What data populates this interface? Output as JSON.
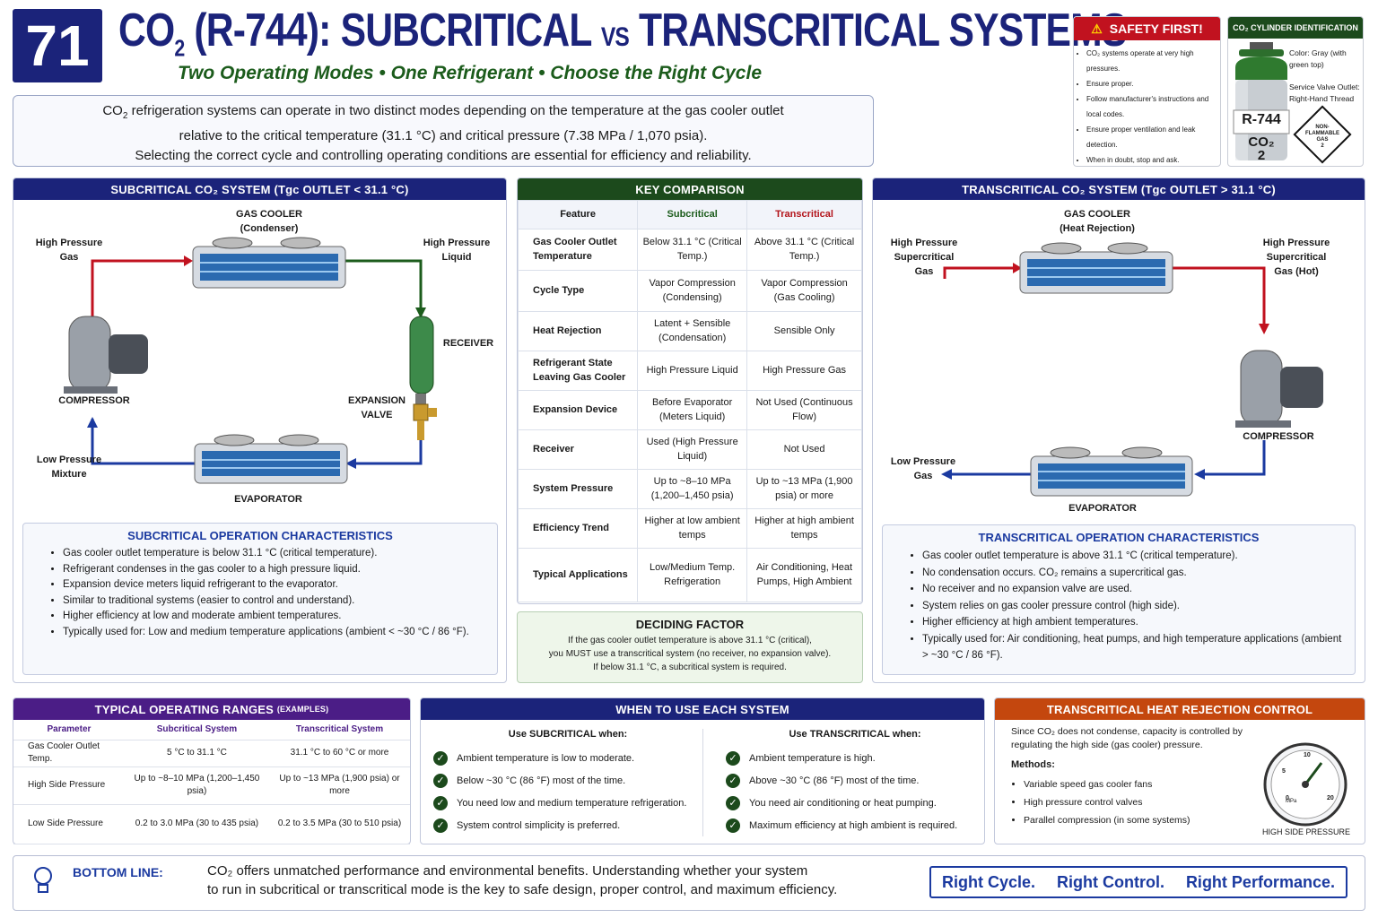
{
  "header": {
    "number": "71",
    "title_pre": "CO",
    "title_sub": "2",
    "title_mid": " (R-744): SUBCRITICAL ",
    "title_vs": "VS",
    "title_post": " TRANSCRITICAL SYSTEMS",
    "subtitle": "Two Operating Modes  •  One Refrigerant  •  Choose the Right Cycle"
  },
  "intro": {
    "line1_pre": "CO",
    "line1_sub": "2",
    "line1_post": " refrigeration systems can operate in two distinct modes depending on the temperature at the gas cooler outlet",
    "line2": "relative to the critical temperature (31.1 °C) and critical pressure (7.38 MPa / 1,070 psia).",
    "line3": "Selecting the correct cycle and controlling operating conditions are essential for efficiency and reliability."
  },
  "safety": {
    "title": "SAFETY FIRST!",
    "items": [
      "CO₂ systems operate at very high pressures.",
      "Ensure proper.",
      "Follow manufacturer's instructions and local codes.",
      "Ensure proper ventilation and leak detection.",
      "When in doubt, stop and ask."
    ]
  },
  "cylinder": {
    "title": "CO₂ CYLINDER IDENTIFICATION",
    "code": "R-744",
    "co2": "CO₂",
    "num": "2",
    "color": "Color: Gray (with green top)",
    "valve": "Service Valve Outlet: Right-Hand Thread",
    "diamond": "NON-FLAMMABLE GAS",
    "diamond_num": "2"
  },
  "sub": {
    "title": "SUBCRITICAL CO₂ SYSTEM (Tgc OUTLET < 31.1 °C)",
    "gas_cooler": "GAS COOLER",
    "gas_cooler_sub": "(Condenser)",
    "hp_gas": "High Pressure Gas",
    "hp_liquid": "High Pressure Liquid",
    "receiver": "RECEIVER",
    "compressor": "COMPRESSOR",
    "expansion": "EXPANSION VALVE",
    "lp_mix": "Low Pressure Mixture",
    "evaporator": "EVAPORATOR",
    "char_title": "SUBCRITICAL OPERATION CHARACTERISTICS",
    "chars": [
      "Gas cooler outlet temperature is below 31.1 °C (critical temperature).",
      "Refrigerant condenses in the gas cooler to a high pressure liquid.",
      "Expansion device meters liquid refrigerant to the evaporator.",
      "Similar to traditional systems (easier to control and understand).",
      "Higher efficiency at low and moderate ambient temperatures.",
      "Typically used for: Low and medium temperature applications (ambient < ~30 °C / 86 °F)."
    ]
  },
  "trans": {
    "title": "TRANSCRITICAL CO₂ SYSTEM (Tgc OUTLET > 31.1 °C)",
    "gas_cooler": "GAS COOLER",
    "gas_cooler_sub": "(Heat Rejection)",
    "hp_sc_gas": "High Pressure Supercritical Gas",
    "hp_sc_gas_hot": "High Pressure Supercritical Gas (Hot)",
    "compressor": "COMPRESSOR",
    "lp_gas": "Low Pressure Gas",
    "evaporator": "EVAPORATOR",
    "char_title": "TRANSCRITICAL OPERATION CHARACTERISTICS",
    "chars": [
      "Gas cooler outlet temperature is above 31.1 °C (critical temperature).",
      "No condensation occurs. CO₂ remains a supercritical gas.",
      "No receiver and no expansion valve are used.",
      "System relies on gas cooler pressure control (high side).",
      "Higher efficiency at high ambient temperatures.",
      "Typically used for: Air conditioning, heat pumps, and high temperature applications (ambient > ~30 °C / 86 °F)."
    ]
  },
  "comparison": {
    "title": "KEY COMPARISON",
    "headers": [
      "Feature",
      "Subcritical",
      "Transcritical"
    ],
    "rows": [
      [
        "Gas Cooler Outlet Temperature",
        "Below 31.1 °C (Critical Temp.)",
        "Above 31.1 °C (Critical Temp.)"
      ],
      [
        "Cycle Type",
        "Vapor Compression (Condensing)",
        "Vapor Compression (Gas Cooling)"
      ],
      [
        "Heat Rejection",
        "Latent + Sensible (Condensation)",
        "Sensible Only"
      ],
      [
        "Refrigerant State Leaving Gas Cooler",
        "High Pressure Liquid",
        "High Pressure Gas"
      ],
      [
        "Expansion Device",
        "Before Evaporator (Meters Liquid)",
        "Not Used (Continuous Flow)"
      ],
      [
        "Receiver",
        "Used (High Pressure Liquid)",
        "Not Used"
      ],
      [
        "System Pressure",
        "Up to ~8–10 MPa (1,200–1,450 psia)",
        "Up to ~13 MPa (1,900 psia) or more"
      ],
      [
        "Efficiency Trend",
        "Higher at low ambient temps",
        "Higher at high ambient temps"
      ],
      [
        "Typical Applications",
        "Low/Medium Temp. Refrigeration",
        "Air Conditioning, Heat Pumps, High Ambient"
      ]
    ]
  },
  "deciding": {
    "title": "DECIDING FACTOR",
    "line1": "If the gas cooler outlet temperature is above 31.1 °C (critical),",
    "line2": "you MUST use a transcritical system (no receiver, no expansion valve).",
    "line3": "If below 31.1 °C, a subcritical system is required."
  },
  "ranges": {
    "title": "TYPICAL OPERATING RANGES",
    "title_small": "(EXAMPLES)",
    "headers": [
      "Parameter",
      "Subcritical System",
      "Transcritical System"
    ],
    "rows": [
      [
        "Gas Cooler Outlet Temp.",
        "5 °C to 31.1 °C",
        "31.1 °C to 60 °C or more"
      ],
      [
        "High Side Pressure",
        "Up to ~8–10 MPa (1,200–1,450 psia)",
        "Up to ~13 MPa (1,900 psia) or more"
      ],
      [
        "Low Side Pressure",
        "0.2 to 3.0 MPa (30 to 435 psia)",
        "0.2 to 3.5 MPa (30 to 510 psia)"
      ]
    ]
  },
  "when": {
    "title": "WHEN TO USE EACH SYSTEM",
    "sub_head": "Use SUBCRITICAL when:",
    "sub_items": [
      "Ambient temperature is low to moderate.",
      "Below ~30 °C (86 °F) most of the time.",
      "You need low and medium temperature refrigeration.",
      "System control simplicity is preferred."
    ],
    "trans_head": "Use TRANSCRITICAL when:",
    "trans_items": [
      "Ambient temperature is high.",
      "Above ~30 °C (86 °F) most of the time.",
      "You need air conditioning or heat pumping.",
      "Maximum efficiency at high ambient is required."
    ]
  },
  "heat": {
    "title": "TRANSCRITICAL HEAT REJECTION CONTROL",
    "text": "Since CO₂ does not condense, capacity is controlled by regulating the high side (gas cooler) pressure.",
    "methods_label": "Methods:",
    "methods": [
      "Variable speed gas cooler fans",
      "High pressure control valves",
      "Parallel compression (in some systems)"
    ],
    "gauge_label": "HIGH SIDE PRESSURE",
    "gauge_unit": "MPa",
    "gauge_ticks": [
      "0",
      "5",
      "10",
      "20"
    ]
  },
  "bottom": {
    "label": "BOTTOM LINE:",
    "line1": "CO₂ offers unmatched performance and environmental benefits. Understanding whether your system",
    "line2": "to run in subcritical or transcritical mode is the key to safe design, proper control, and maximum efficiency.",
    "r1": "Right Cycle.",
    "r2": "Right Control.",
    "r3": "Right Performance."
  }
}
